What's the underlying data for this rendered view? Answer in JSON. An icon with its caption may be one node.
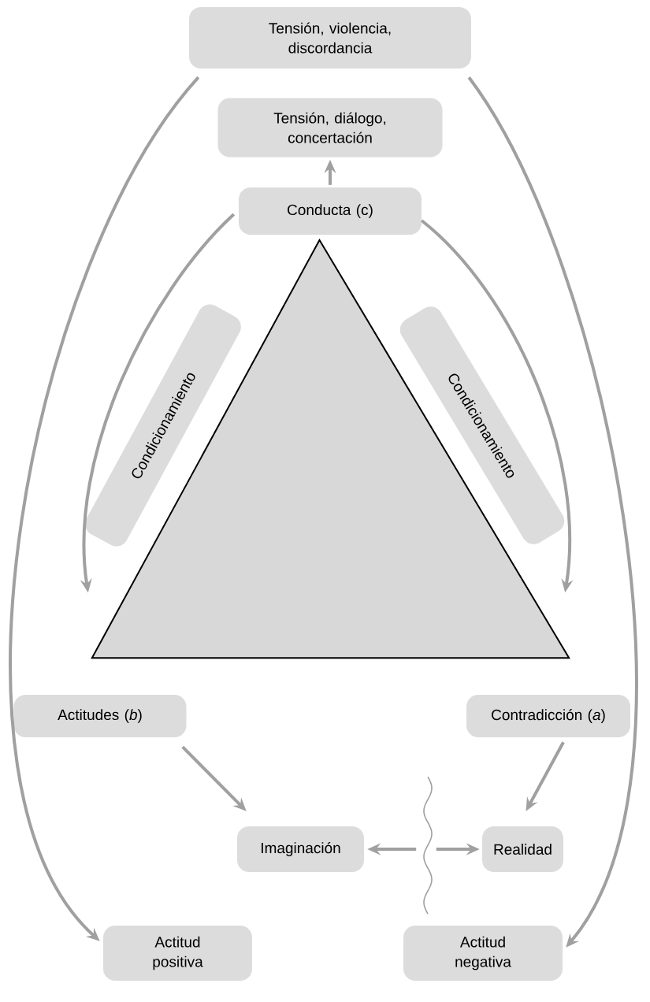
{
  "diagram": {
    "nodes": [
      {
        "text": [
          "Tensión, violencia, discordancia"
        ]
      },
      {
        "text": [
          "Tensión, diálogo, concertación"
        ]
      },
      {
        "text": [
          "Conducta (c)"
        ]
      },
      {
        "text": [],
        "shape": "triangle"
      },
      {
        "text": [
          "Condicionamiento"
        ]
      },
      {
        "text": [
          "Condicionamiento"
        ]
      },
      {
        "text": [
          "Actitudes (*b*)"
        ]
      },
      {
        "text": [
          "Contradicción (*a*)"
        ]
      },
      {
        "text": [
          "Imaginación"
        ]
      },
      {
        "text": [
          "Realidad"
        ]
      },
      {
        "text": [
          "Actitud positiva"
        ]
      },
      {
        "text": [
          "Actitud negativa"
        ]
      }
    ],
    "edges": [
      {
        "from": 0,
        "to": 10,
        "arrow": "to"
      },
      {
        "from": 0,
        "to": 11,
        "arrow": "to"
      },
      {
        "from": 2,
        "to": 1,
        "arrow": "to"
      },
      {
        "from": 2,
        "to": 3,
        "arrow": "to"
      },
      {
        "from": 2,
        "to": 3,
        "arrow": "to"
      },
      {
        "from": 6,
        "to": 8,
        "arrow": "to"
      },
      {
        "from": 7,
        "to": 9,
        "arrow": "to"
      },
      {
        "from": null,
        "to": 8,
        "arrow": "to"
      },
      {
        "from": null,
        "to": 9,
        "arrow": "to"
      }
    ]
  }
}
